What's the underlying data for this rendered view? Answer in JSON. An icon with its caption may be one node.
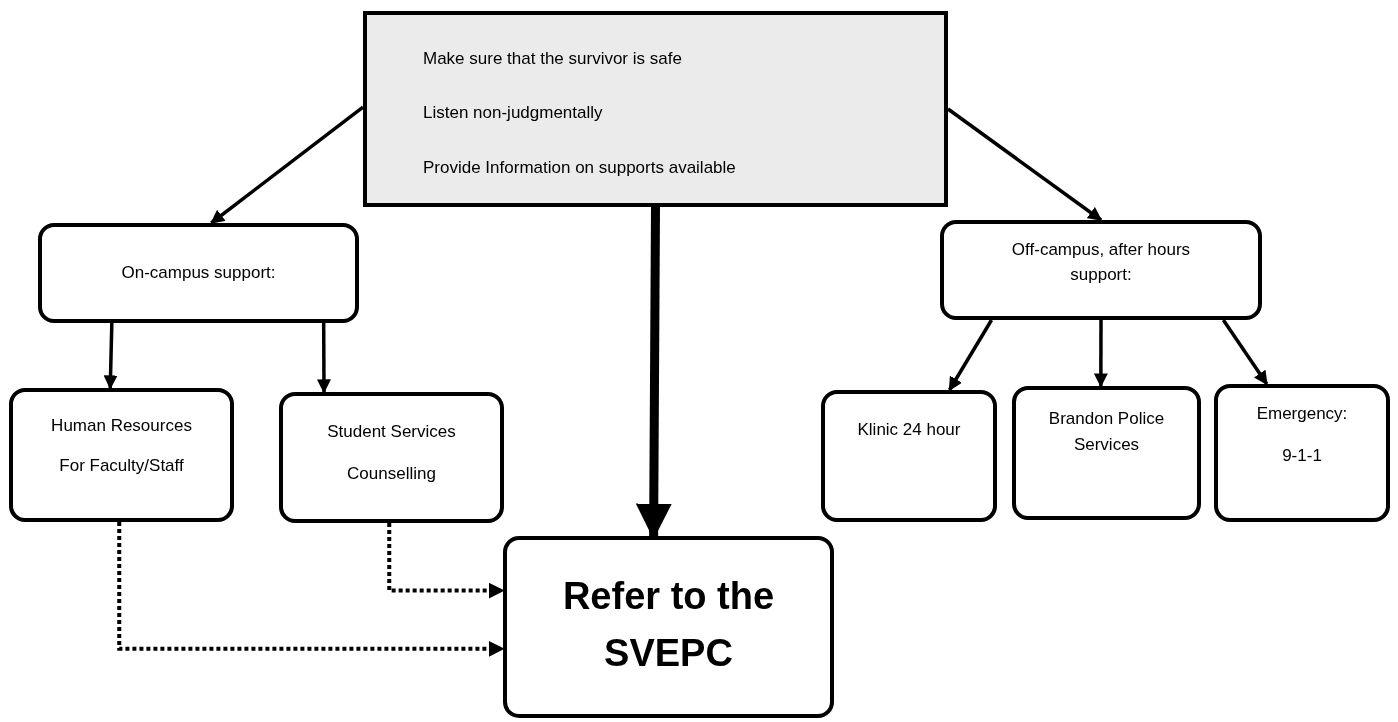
{
  "diagram": {
    "nodes": [
      {
        "text": [
          "Make sure that the survivor is safe",
          "Listen non-judgmentally",
          "Provide Information on supports available"
        ]
      },
      {
        "text": [
          "On-campus support:"
        ]
      },
      {
        "text": [
          "Human Resources",
          "For Faculty/Staff"
        ]
      },
      {
        "text": [
          "Student Services",
          "Counselling"
        ]
      },
      {
        "text": [
          "Off-campus, after hours support:"
        ]
      },
      {
        "text": [
          "Klinic 24 hour"
        ]
      },
      {
        "text": [
          "Brandon Police Services"
        ]
      },
      {
        "text": [
          "Emergency:",
          "9-1-1"
        ]
      },
      {
        "text": [
          "Refer to the SVEPC"
        ]
      }
    ],
    "edges": [
      {
        "from": 0,
        "to": 1,
        "arrow": "to"
      },
      {
        "from": 0,
        "to": 4,
        "arrow": "to"
      },
      {
        "from": 0,
        "to": 8,
        "arrow": "to",
        "style": "thick"
      },
      {
        "from": 1,
        "to": 2,
        "arrow": "to"
      },
      {
        "from": 1,
        "to": 3,
        "arrow": "to"
      },
      {
        "from": 4,
        "to": 5,
        "arrow": "to"
      },
      {
        "from": 4,
        "to": 6,
        "arrow": "to"
      },
      {
        "from": 4,
        "to": 7,
        "arrow": "to"
      },
      {
        "from": 3,
        "to": 8,
        "arrow": "to",
        "style": "dashed"
      },
      {
        "from": 2,
        "to": 8,
        "arrow": "to",
        "style": "dashed"
      }
    ]
  }
}
